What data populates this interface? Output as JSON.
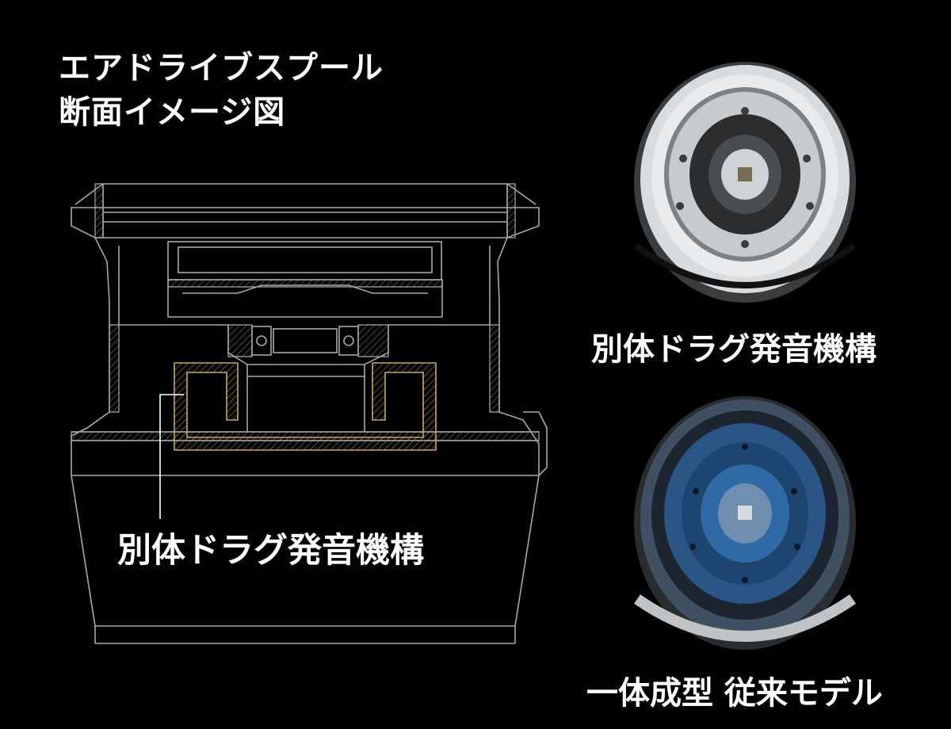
{
  "title": {
    "line1": "エアドライブスプール",
    "line2": "断面イメージ図"
  },
  "diagram": {
    "callout_label": "別体ドラグ発音機構",
    "line_color": "#a9a9a9",
    "highlight_color": "#c9ac4e"
  },
  "photos": {
    "top": {
      "caption": "別体ドラグ発音機構",
      "tone": "#cfd2d4"
    },
    "bottom": {
      "caption": "一体成型 従来モデル",
      "tone": "#1f4a78"
    }
  }
}
